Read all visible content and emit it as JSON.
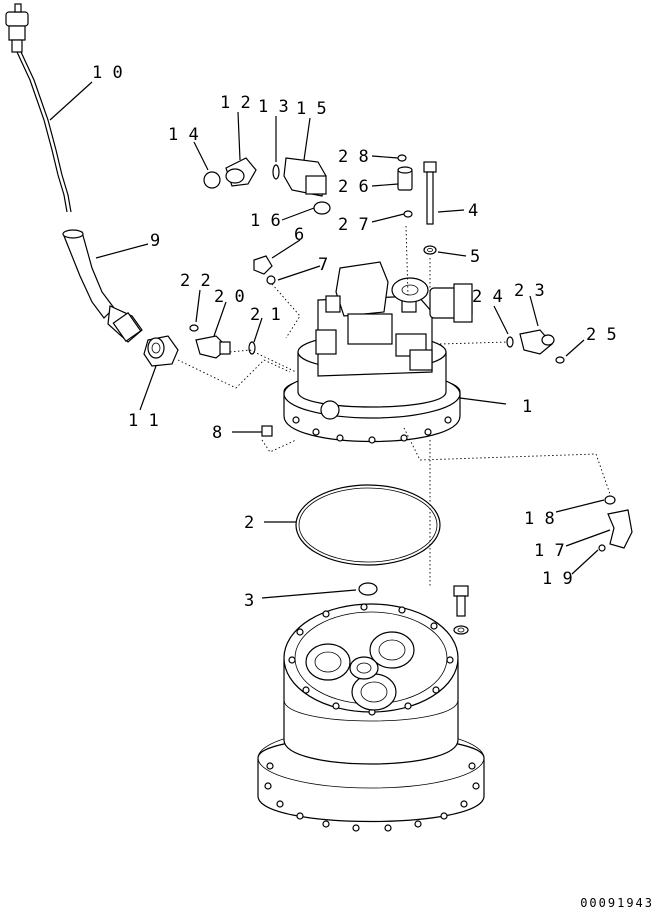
{
  "callouts": [
    {
      "id": "1",
      "text": "1"
    },
    {
      "id": "2",
      "text": "2"
    },
    {
      "id": "3",
      "text": "3"
    },
    {
      "id": "4",
      "text": "4"
    },
    {
      "id": "5",
      "text": "5"
    },
    {
      "id": "6",
      "text": "6"
    },
    {
      "id": "7",
      "text": "7"
    },
    {
      "id": "8",
      "text": "8"
    },
    {
      "id": "9",
      "text": "9"
    },
    {
      "id": "10",
      "text": "1 0"
    },
    {
      "id": "11",
      "text": "1 1"
    },
    {
      "id": "12",
      "text": "1 2"
    },
    {
      "id": "13",
      "text": "1 3"
    },
    {
      "id": "14",
      "text": "1 4"
    },
    {
      "id": "15",
      "text": "1 5"
    },
    {
      "id": "16",
      "text": "1 6"
    },
    {
      "id": "17",
      "text": "1 7"
    },
    {
      "id": "18",
      "text": "1 8"
    },
    {
      "id": "19",
      "text": "1 9"
    },
    {
      "id": "20",
      "text": "2 0"
    },
    {
      "id": "21",
      "text": "2 1"
    },
    {
      "id": "22",
      "text": "2 2"
    },
    {
      "id": "23",
      "text": "2 3"
    },
    {
      "id": "24",
      "text": "2 4"
    },
    {
      "id": "25",
      "text": "2 5"
    },
    {
      "id": "26",
      "text": "2 6"
    },
    {
      "id": "27",
      "text": "2 7"
    },
    {
      "id": "28",
      "text": "2 8"
    }
  ],
  "drawing_number": "00091943"
}
